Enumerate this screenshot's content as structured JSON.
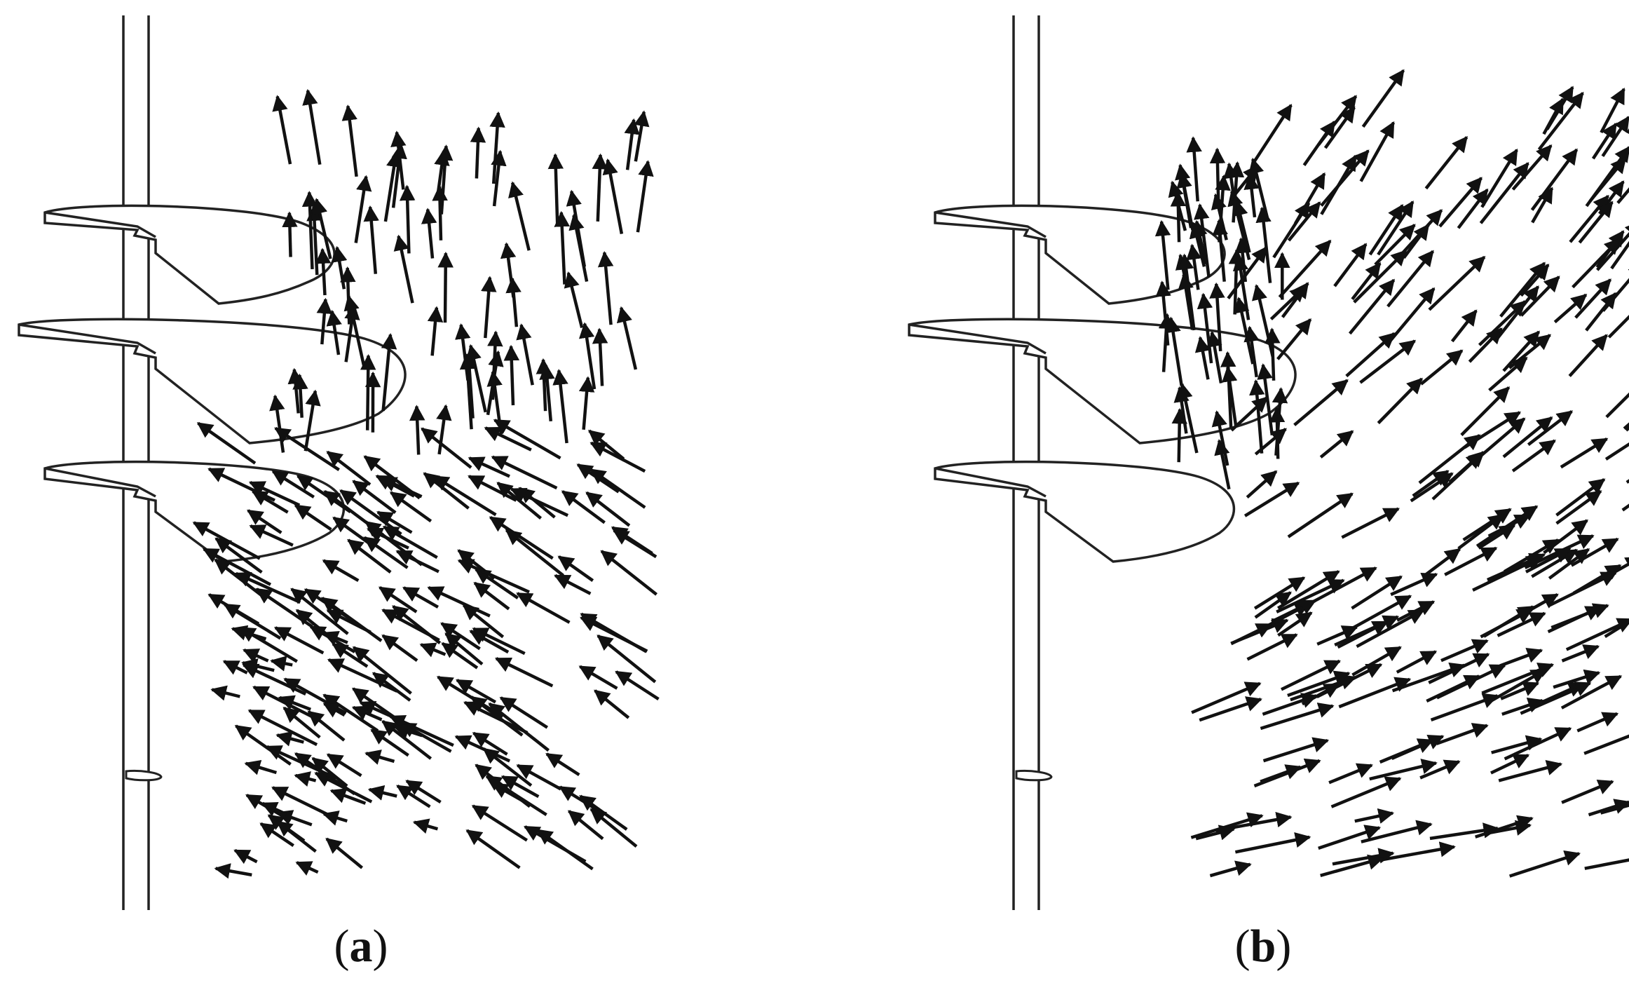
{
  "panels": [
    {
      "id": "a",
      "open": "(",
      "label": "a",
      "close": ")"
    },
    {
      "id": "b",
      "open": "(",
      "label": "b",
      "close": ")"
    }
  ],
  "colors": {
    "background": "#ffffff",
    "vector": "#111111",
    "outline": "#222222"
  }
}
